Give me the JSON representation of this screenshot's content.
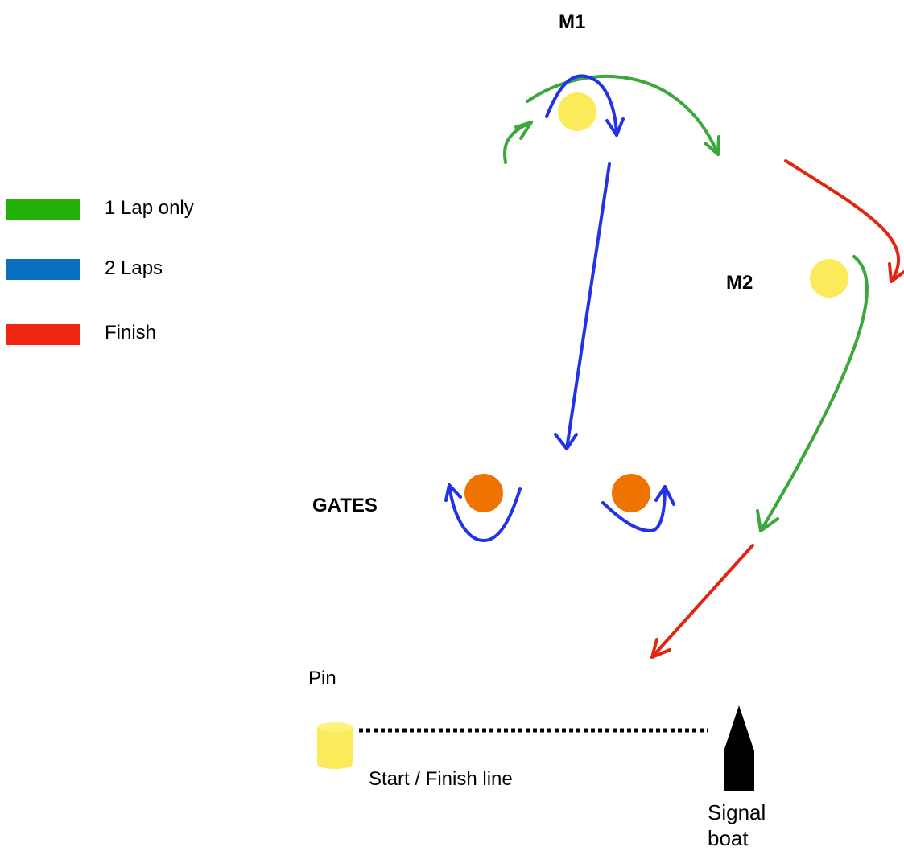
{
  "legend": {
    "items": [
      {
        "label": "1 Lap only",
        "color": "#22b009"
      },
      {
        "label": "2 Laps",
        "color": "#0a6fbf"
      },
      {
        "label": "Finish",
        "color": "#ee2612"
      }
    ]
  },
  "marks": {
    "m1_label": "M1",
    "m2_label": "M2",
    "gates_label": "GATES",
    "pin_label": "Pin"
  },
  "line": {
    "label": "Start / Finish line"
  },
  "boat": {
    "label_line1": "Signal",
    "label_line2": "boat"
  },
  "colors": {
    "green_path": "#3aa83a",
    "blue_path": "#2233e6",
    "red_path": "#e3240e",
    "yellow_mark": "#fbeb5b",
    "orange_mark": "#ef7300",
    "boat": "#000000"
  }
}
